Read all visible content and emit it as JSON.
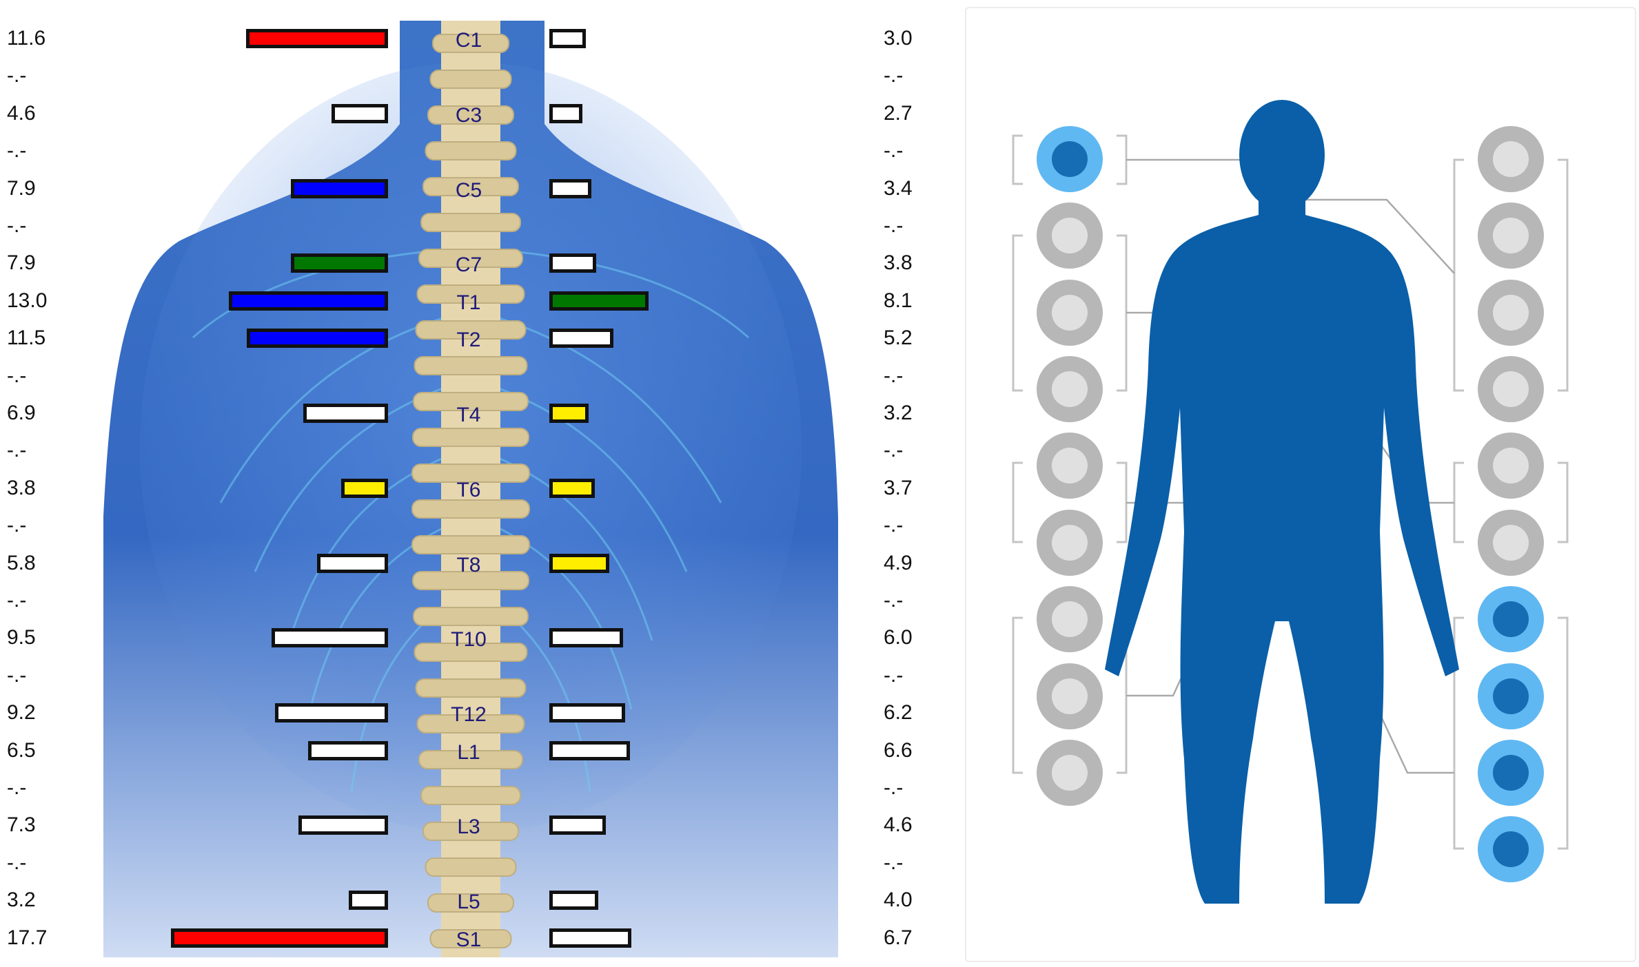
{
  "colors": {
    "bar_red": "#ff0000",
    "bar_blue": "#0000ff",
    "bar_green": "#007800",
    "bar_yellow": "#ffee00",
    "bar_white": "#ffffff",
    "label_text": "#1e1a7a",
    "icon_active": "#5fb8f2",
    "icon_inactive": "#b7b7b7",
    "body_blue": "#0a5fa8"
  },
  "spine_rows": [
    {
      "left_value": "11.6",
      "right_value": "3.0",
      "segment": "C1",
      "left_level": 11.6,
      "right_level": 3.0,
      "left_color": "red",
      "right_color": "white"
    },
    {
      "left_value": "-.-",
      "right_value": "-.-",
      "segment": "",
      "left_level": null,
      "right_level": null
    },
    {
      "left_value": "4.6",
      "right_value": "2.7",
      "segment": "C3",
      "left_level": 4.6,
      "right_level": 2.7,
      "left_color": "white",
      "right_color": "white"
    },
    {
      "left_value": "-.-",
      "right_value": "-.-",
      "segment": "",
      "left_level": null,
      "right_level": null
    },
    {
      "left_value": "7.9",
      "right_value": "3.4",
      "segment": "C5",
      "left_level": 7.9,
      "right_level": 3.4,
      "left_color": "blue",
      "right_color": "white"
    },
    {
      "left_value": "-.-",
      "right_value": "-.-",
      "segment": "",
      "left_level": null,
      "right_level": null
    },
    {
      "left_value": "7.9",
      "right_value": "3.8",
      "segment": "C7",
      "left_level": 7.9,
      "right_level": 3.8,
      "left_color": "green",
      "right_color": "white"
    },
    {
      "left_value": "13.0",
      "right_value": "8.1",
      "segment": "T1",
      "left_level": 13.0,
      "right_level": 8.1,
      "left_color": "blue",
      "right_color": "green"
    },
    {
      "left_value": "11.5",
      "right_value": "5.2",
      "segment": "T2",
      "left_level": 11.5,
      "right_level": 5.2,
      "left_color": "blue",
      "right_color": "white"
    },
    {
      "left_value": "-.-",
      "right_value": "-.-",
      "segment": "",
      "left_level": null,
      "right_level": null
    },
    {
      "left_value": "6.9",
      "right_value": "3.2",
      "segment": "T4",
      "left_level": 6.9,
      "right_level": 3.2,
      "left_color": "white",
      "right_color": "yellow"
    },
    {
      "left_value": "-.-",
      "right_value": "-.-",
      "segment": "",
      "left_level": null,
      "right_level": null
    },
    {
      "left_value": "3.8",
      "right_value": "3.7",
      "segment": "T6",
      "left_level": 3.8,
      "right_level": 3.7,
      "left_color": "yellow",
      "right_color": "yellow"
    },
    {
      "left_value": "-.-",
      "right_value": "-.-",
      "segment": "",
      "left_level": null,
      "right_level": null
    },
    {
      "left_value": "5.8",
      "right_value": "4.9",
      "segment": "T8",
      "left_level": 5.8,
      "right_level": 4.9,
      "left_color": "white",
      "right_color": "yellow"
    },
    {
      "left_value": "-.-",
      "right_value": "-.-",
      "segment": "",
      "left_level": null,
      "right_level": null
    },
    {
      "left_value": "9.5",
      "right_value": "6.0",
      "segment": "T10",
      "left_level": 9.5,
      "right_level": 6.0,
      "left_color": "white",
      "right_color": "white"
    },
    {
      "left_value": "-.-",
      "right_value": "-.-",
      "segment": "",
      "left_level": null,
      "right_level": null
    },
    {
      "left_value": "9.2",
      "right_value": "6.2",
      "segment": "T12",
      "left_level": 9.2,
      "right_level": 6.2,
      "left_color": "white",
      "right_color": "white"
    },
    {
      "left_value": "6.5",
      "right_value": "6.6",
      "segment": "L1",
      "left_level": 6.5,
      "right_level": 6.6,
      "left_color": "white",
      "right_color": "white"
    },
    {
      "left_value": "-.-",
      "right_value": "-.-",
      "segment": "",
      "left_level": null,
      "right_level": null
    },
    {
      "left_value": "7.3",
      "right_value": "4.6",
      "segment": "L3",
      "left_level": 7.3,
      "right_level": 4.6,
      "left_color": "white",
      "right_color": "white"
    },
    {
      "left_value": "-.-",
      "right_value": "-.-",
      "segment": "",
      "left_level": null,
      "right_level": null
    },
    {
      "left_value": "3.2",
      "right_value": "4.0",
      "segment": "L5",
      "left_level": 3.2,
      "right_level": 4.0,
      "left_color": "white",
      "right_color": "white"
    },
    {
      "left_value": "17.7",
      "right_value": "6.7",
      "segment": "S1",
      "left_level": 17.7,
      "right_level": 6.7,
      "left_color": "red",
      "right_color": "white"
    }
  ],
  "organ_icons_left": [
    {
      "icon": "brain-icon",
      "active": true
    },
    {
      "icon": "thyroid-icon",
      "active": false
    },
    {
      "icon": "upper-spine-icon",
      "active": false
    },
    {
      "icon": "head-throat-icon",
      "active": false
    },
    {
      "icon": "stomach-icon",
      "active": false
    },
    {
      "icon": "pancreas-icon",
      "active": false
    },
    {
      "icon": "intestine-icon",
      "active": false
    },
    {
      "icon": "liver-icon",
      "active": false
    },
    {
      "icon": "kidneys-icon",
      "active": false
    }
  ],
  "organ_icons_right": [
    {
      "icon": "throat-tonsils-icon",
      "active": false
    },
    {
      "icon": "eye-icon",
      "active": false
    },
    {
      "icon": "ear-icon",
      "active": false
    },
    {
      "icon": "nose-icon",
      "active": false
    },
    {
      "icon": "heart-icon",
      "active": false
    },
    {
      "icon": "lungs-icon",
      "active": false
    },
    {
      "icon": "colon-icon",
      "active": true
    },
    {
      "icon": "bladder-icon",
      "active": true
    },
    {
      "icon": "gallbladder-icon",
      "active": true
    },
    {
      "icon": "lower-spine-icon",
      "active": true
    }
  ]
}
